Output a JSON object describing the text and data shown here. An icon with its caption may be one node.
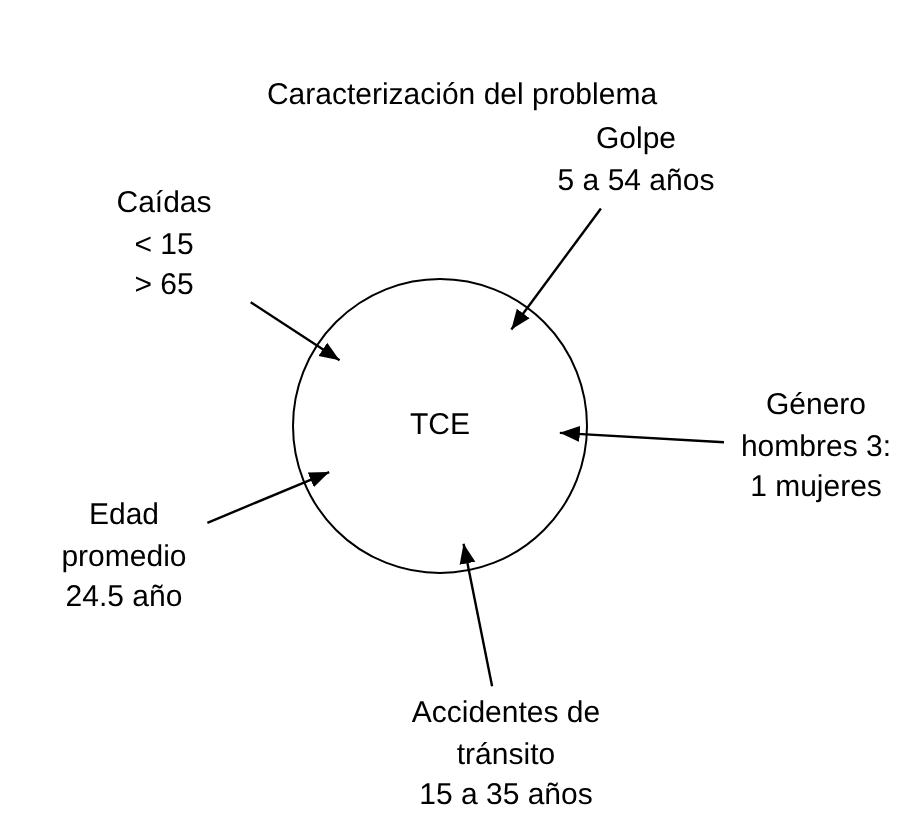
{
  "diagram": {
    "title": "Caracterización del problema",
    "nodes": [
      {
        "text": [
          "TCE"
        ]
      },
      {
        "text": [
          "Caídas",
          "< 15",
          "> 65"
        ]
      },
      {
        "text": [
          "Golpe",
          "5 a 54 años"
        ]
      },
      {
        "text": [
          "Género",
          "hombres 3: 1 mujeres"
        ]
      },
      {
        "text": [
          "Edad promedio",
          "24.5 año"
        ]
      },
      {
        "text": [
          "Accidentes de tránsito",
          "15 a 35 años"
        ]
      }
    ],
    "edges": [
      {
        "from": 1,
        "to": 0,
        "arrow": "to"
      },
      {
        "from": 2,
        "to": 0,
        "arrow": "to"
      },
      {
        "from": 3,
        "to": 0,
        "arrow": "to"
      },
      {
        "from": 4,
        "to": 0,
        "arrow": "to"
      },
      {
        "from": 5,
        "to": 0,
        "arrow": "to"
      }
    ]
  }
}
